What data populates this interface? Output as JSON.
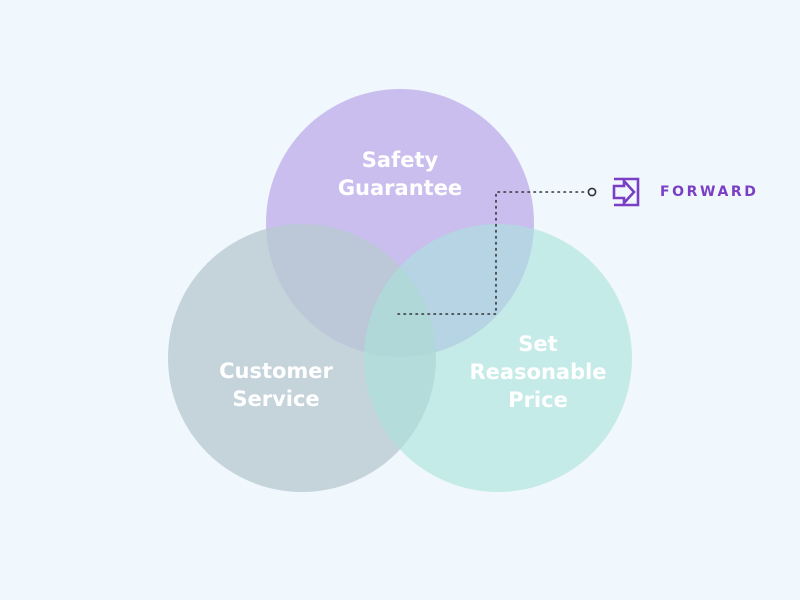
{
  "diagram": {
    "circles": [
      {
        "label_lines": [
          "Safety",
          "Guarantee"
        ],
        "color": "#c7b8ee"
      },
      {
        "label_lines": [
          "Customer",
          "Service"
        ],
        "color": "#b9c9d1"
      },
      {
        "label_lines": [
          "Set",
          "Reasonable",
          "Price"
        ],
        "color": "#a8e2da"
      }
    ]
  },
  "callout": {
    "icon": "enter-arrow-icon",
    "label": "FORWARD",
    "color": "#7a3fc4"
  },
  "colors": {
    "background": "#f0f7fd",
    "connector": "#333333"
  }
}
